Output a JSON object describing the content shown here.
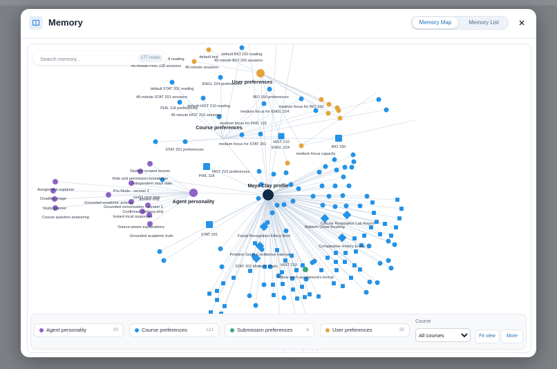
{
  "modal": {
    "title": "Memory",
    "view_tabs": [
      "Memory Map",
      "Memory List"
    ],
    "active_tab": "Memory Map"
  },
  "search": {
    "placeholder": "Search memory...",
    "node_count": "177 nodes"
  },
  "colors": {
    "agent": "#8e63c8",
    "course": "#2492e6",
    "submission": "#3aa778",
    "user": "#e4a43b",
    "center": "#0e2a47",
    "edge": "#c7d4e3"
  },
  "icons": {
    "logo": "memory-book-icon",
    "close": "close-icon",
    "select": "chevron-down-icon"
  },
  "graph": {
    "labels": [
      {
        "text": "default text",
        "group": "user"
      },
      {
        "text": "default BIO 150 reading",
        "group": "course"
      },
      {
        "text": "45-minute BIO 150 sessions",
        "group": "course"
      },
      {
        "text": "8 reading",
        "group": "course"
      },
      {
        "text": "45-minute PHIL 118 sessions",
        "group": "course"
      },
      {
        "text": "45-minute sessions",
        "group": "course"
      },
      {
        "text": "User preferences",
        "group": "user",
        "bold": true
      },
      {
        "text": "ENGL 224 preferences",
        "group": "course"
      },
      {
        "text": "default STAT 201 reading",
        "group": "course"
      },
      {
        "text": "BIO 150 preferences",
        "group": "course"
      },
      {
        "text": "45-minute STAT 201 sessions",
        "group": "course"
      },
      {
        "text": "default HIST 210 reading",
        "group": "course"
      },
      {
        "text": "PHIL 118 preferences",
        "group": "course"
      },
      {
        "text": "medium focus for BIO 150",
        "group": "course"
      },
      {
        "text": "medium focus for ENGL 224",
        "group": "course"
      },
      {
        "text": "45-minute HIST 210 sessions",
        "group": "course"
      },
      {
        "text": "medium focus for PHIL 118",
        "group": "course"
      },
      {
        "text": "Course preferences",
        "group": "course",
        "bold": true
      },
      {
        "text": "HIST 210",
        "group": "course"
      },
      {
        "text": "ENGL 224",
        "group": "course"
      },
      {
        "text": "medium focus for STAT 201",
        "group": "course"
      },
      {
        "text": "BIO 150",
        "group": "course"
      },
      {
        "text": "STAT 201 preferences",
        "group": "course"
      },
      {
        "text": "medium focus capacity",
        "group": "course"
      },
      {
        "text": "HIST 210 preferences",
        "group": "course"
      },
      {
        "text": "Student-scoped access",
        "group": "agent"
      },
      {
        "text": "PHIL 118",
        "group": "course"
      },
      {
        "text": "Role and permission boundaries",
        "group": "agent"
      },
      {
        "text": "Assignment explainer",
        "group": "agent"
      },
      {
        "text": "Maya Clay profile",
        "group": "center",
        "bold": true
      },
      {
        "text": "independent stays data",
        "group": "agent"
      },
      {
        "text": "Deadline triage",
        "group": "agent"
      },
      {
        "text": "Pro Mode - version 2",
        "group": "agent"
      },
      {
        "text": "Grounded academic actions",
        "group": "agent"
      },
      {
        "text": "Agent personality",
        "group": "agent",
        "bold": true
      },
      {
        "text": "Study planner",
        "group": "agent"
      },
      {
        "text": "Grounded conversation - version 2",
        "group": "agent"
      },
      {
        "text": "useful next step",
        "group": "agent"
      },
      {
        "text": "Course question answering",
        "group": "agent"
      },
      {
        "text": "Confirmed memory only",
        "group": "agent"
      },
      {
        "text": "actions only",
        "group": "agent"
      },
      {
        "text": "Instant local responses",
        "group": "agent"
      },
      {
        "text": "Cellular Respiration Lab Report",
        "group": "course"
      },
      {
        "text": "Baldwin Close Reading",
        "group": "course"
      },
      {
        "text": "Source-aware explanations",
        "group": "agent"
      },
      {
        "text": "STAT 201",
        "group": "course"
      },
      {
        "text": "Grounded academic truth",
        "group": "agent"
      },
      {
        "text": "Facial Recognition Ethics Brief",
        "group": "course"
      },
      {
        "text": "Comparative History Essay",
        "group": "course"
      },
      {
        "text": "Problem Set 6: Confidence Interval",
        "group": "course"
      },
      {
        "text": "HIST 210",
        "group": "course"
      },
      {
        "text": "STAT 201 Midterm Exam",
        "group": "course"
      },
      {
        "text": "Follow each assignment's format",
        "group": "submission"
      }
    ]
  },
  "legend": [
    {
      "label": "Agent personality",
      "count": "20",
      "group": "agent"
    },
    {
      "label": "Course preferences",
      "count": "121",
      "group": "course"
    },
    {
      "label": "Submission preferences",
      "count": "6",
      "group": "submission"
    },
    {
      "label": "User preferences",
      "count": "25",
      "group": "user"
    }
  ],
  "controls": {
    "course_label": "Course",
    "course_selected": "All courses",
    "fit_view": "Fit view",
    "more": "More"
  }
}
